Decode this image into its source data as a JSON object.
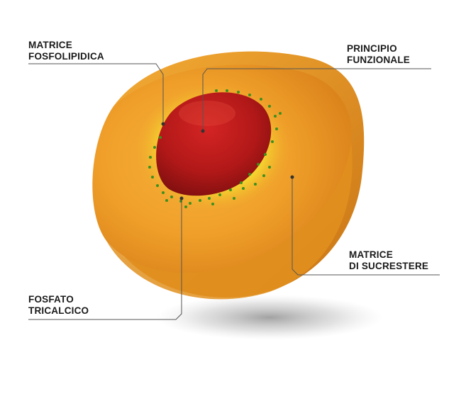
{
  "labels": {
    "matrice_fosfolipidica": {
      "line1": "MATRICE",
      "line2": "FOSFOLIPIDICA"
    },
    "principio_funzionale": {
      "line1": "PRINCIPIO",
      "line2": "FUNZIONALE"
    },
    "matrice_sucrestere": {
      "line1": "MATRICE",
      "line2": "DI SUCRESTERE"
    },
    "fosfato_tricalcico": {
      "line1": "FOSFATO",
      "line2": "TRICALCICO"
    }
  },
  "colors": {
    "outer_shell": "#f0a12a",
    "shell_shadow": "#d9811a",
    "inner_glow": "#f7e23a",
    "core": "#b81a1a",
    "granules": "#3d8f1f",
    "leader_lines": "#555555"
  }
}
